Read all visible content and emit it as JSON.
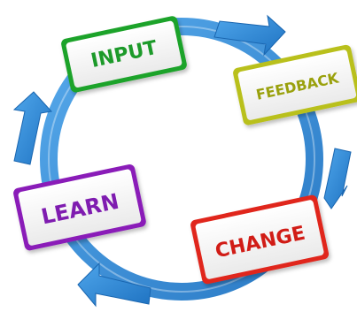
{
  "diagram": {
    "steps": [
      {
        "id": "input",
        "label": "INPUT",
        "border_color": "#1fa32a",
        "text_color": "#1f9a2a"
      },
      {
        "id": "feedback",
        "label": "FEEDBACK",
        "border_color": "#b9c01a",
        "text_color": "#9aa10c"
      },
      {
        "id": "change",
        "label": "CHANGE",
        "border_color": "#e0261c",
        "text_color": "#d11f17"
      },
      {
        "id": "learn",
        "label": "LEARN",
        "border_color": "#8a1fb8",
        "text_color": "#7f1fb0"
      }
    ],
    "cycle_arrow_color": "#2a86d6",
    "cycle_arrow_icon": "circular-arrows-icon"
  }
}
